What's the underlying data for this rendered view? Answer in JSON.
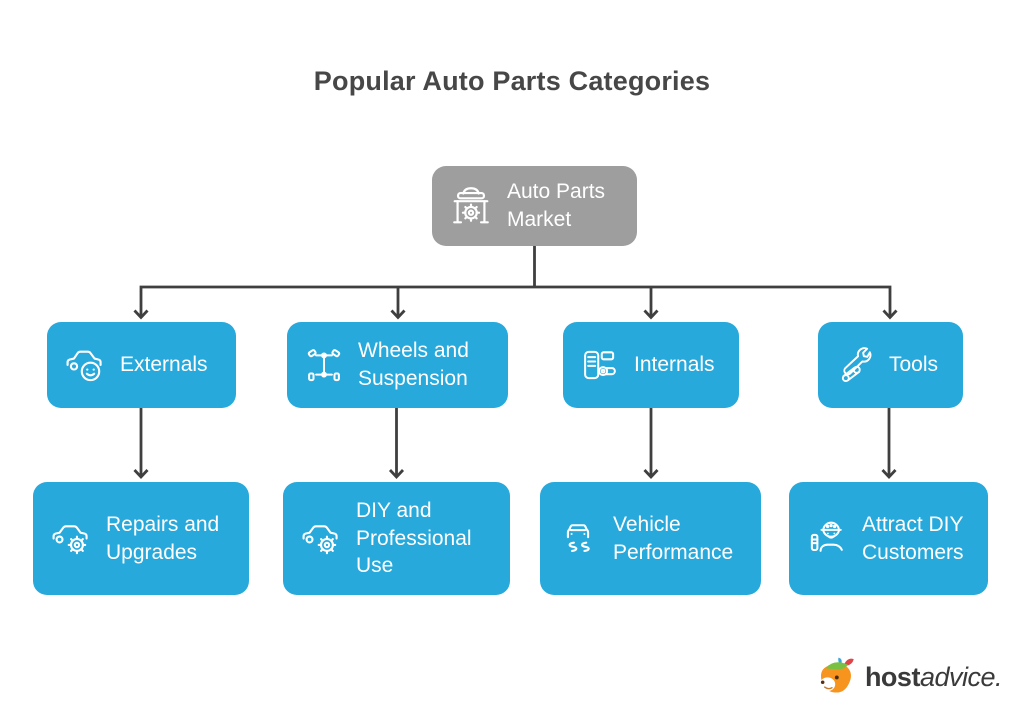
{
  "title": "Popular Auto Parts Categories",
  "root_node": {
    "label": "Auto Parts Market",
    "icon": "car-on-lift-icon"
  },
  "level1": [
    {
      "label": "Externals",
      "icon": "car-smiley-icon"
    },
    {
      "label": "Wheels and Suspension",
      "icon": "chassis-wheels-icon"
    },
    {
      "label": "Internals",
      "icon": "engine-parts-icon"
    },
    {
      "label": "Tools",
      "icon": "wrench-tools-icon"
    }
  ],
  "level2": [
    {
      "label": "Repairs and Upgrades",
      "icon": "car-gear-icon"
    },
    {
      "label": "DIY and Professional Use",
      "icon": "car-gear-icon"
    },
    {
      "label": "Vehicle Performance",
      "icon": "car-skid-marks-icon"
    },
    {
      "label": "Attract DIY Customers",
      "icon": "mechanic-customer-icon"
    }
  ],
  "footer": {
    "brand_bold": "host",
    "brand_italic": "advice.",
    "logo": "fox-mascot-icon"
  },
  "colors": {
    "node_blue": "#27A9DC",
    "node_gray": "#9E9E9E",
    "connector": "#3F3F3F",
    "title_text": "#474747",
    "node_text": "#FFFFFF",
    "brand_text": "#3A3A3A",
    "fox_orange": "#F7941E",
    "fox_green": "#7AC143",
    "fox_red": "#E04449",
    "fox_blue": "#3AA7DE"
  }
}
